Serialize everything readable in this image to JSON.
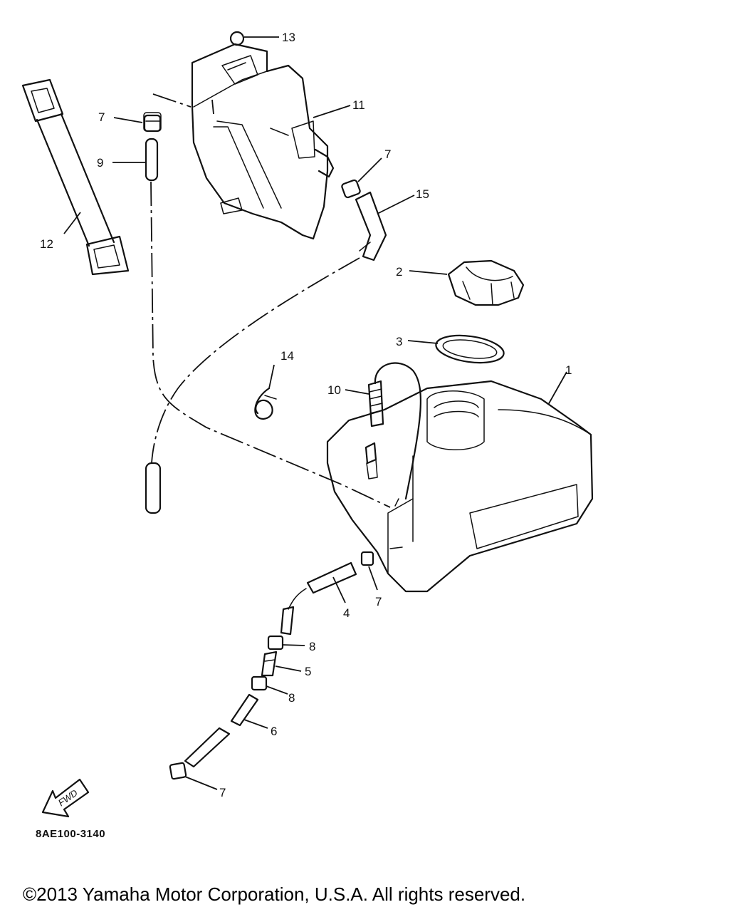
{
  "diagram": {
    "callouts": [
      {
        "id": "c1",
        "text": "1"
      },
      {
        "id": "c2",
        "text": "2"
      },
      {
        "id": "c3",
        "text": "3"
      },
      {
        "id": "c4",
        "text": "4"
      },
      {
        "id": "c5",
        "text": "5"
      },
      {
        "id": "c6",
        "text": "6"
      },
      {
        "id": "c7a",
        "text": "7"
      },
      {
        "id": "c7b",
        "text": "7"
      },
      {
        "id": "c7c",
        "text": "7"
      },
      {
        "id": "c7d",
        "text": "7"
      },
      {
        "id": "c8a",
        "text": "8"
      },
      {
        "id": "c8b",
        "text": "8"
      },
      {
        "id": "c9",
        "text": "9"
      },
      {
        "id": "c10",
        "text": "10"
      },
      {
        "id": "c11",
        "text": "11"
      },
      {
        "id": "c12",
        "text": "12"
      },
      {
        "id": "c13",
        "text": "13"
      },
      {
        "id": "c14",
        "text": "14"
      },
      {
        "id": "c15",
        "text": "15"
      }
    ],
    "fwd_label": "FWD",
    "diagram_code": "8AE100-3140"
  },
  "footer": {
    "copyright": "©2013 Yamaha Motor Corporation, U.S.A. All rights reserved."
  }
}
